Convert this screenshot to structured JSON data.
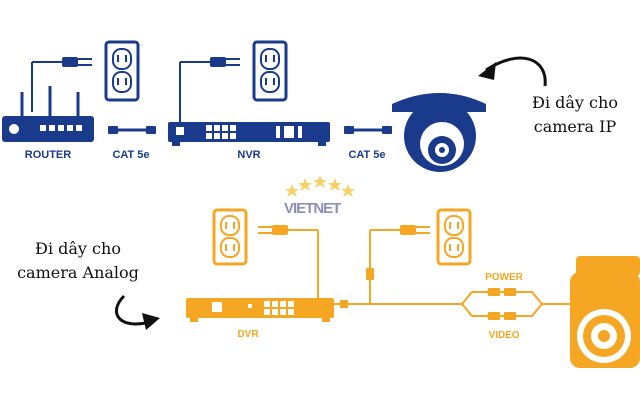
{
  "ip_section": {
    "router_label": "ROUTER",
    "cable1_label": "CAT 5e",
    "nvr_label": "NVR",
    "cable2_label": "CAT 5e",
    "caption_line1": "Đi dây cho",
    "caption_line2": "camera IP",
    "color": "#1a3a8c"
  },
  "analog_section": {
    "dvr_label": "DVR",
    "power_label": "POWER",
    "video_label": "VIDEO",
    "caption_line1": "Đi dây cho",
    "caption_line2": "camera Analog",
    "color": "#f5a623"
  },
  "watermark": {
    "text": "VIETNET"
  },
  "icons": [
    "wall-outlet-icon",
    "power-plug-icon",
    "router-icon",
    "nvr-icon",
    "dome-camera-icon",
    "dvr-icon",
    "bullet-camera-icon",
    "curved-arrow-icon"
  ]
}
